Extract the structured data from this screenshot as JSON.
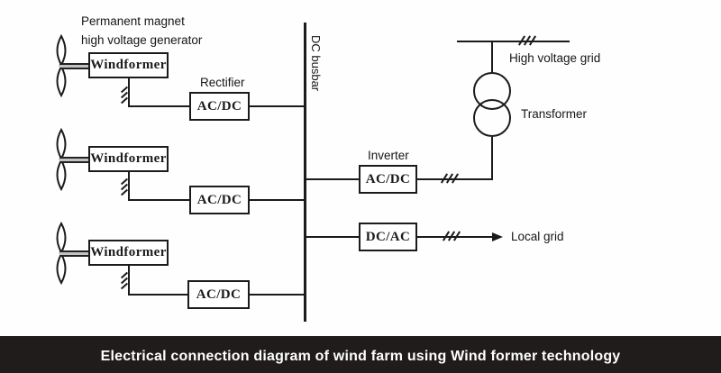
{
  "caption": {
    "text": "Electrical connection diagram of wind farm using Wind former technology"
  },
  "annotations": {
    "generator_note_line1": "Permanent magnet",
    "generator_note_line2": "high voltage generator",
    "rectifier": "Rectifier",
    "dc_busbar": "DC busbar",
    "inverter": "Inverter",
    "high_voltage_grid": "High voltage grid",
    "transformer": "Transformer",
    "local_grid": "Local grid"
  },
  "turbines": [
    {
      "generator_label": "Windformer",
      "converter_label": "AC/DC"
    },
    {
      "generator_label": "Windformer",
      "converter_label": "AC/DC"
    },
    {
      "generator_label": "Windformer",
      "converter_label": "AC/DC"
    }
  ],
  "converters": {
    "grid_inverter_label": "AC/DC",
    "local_inverter_label": "DC/AC"
  },
  "colors": {
    "line": "#1b1b1b",
    "caption_bg": "#201c1c",
    "caption_text": "#ffffff",
    "background": "#fefefe"
  }
}
